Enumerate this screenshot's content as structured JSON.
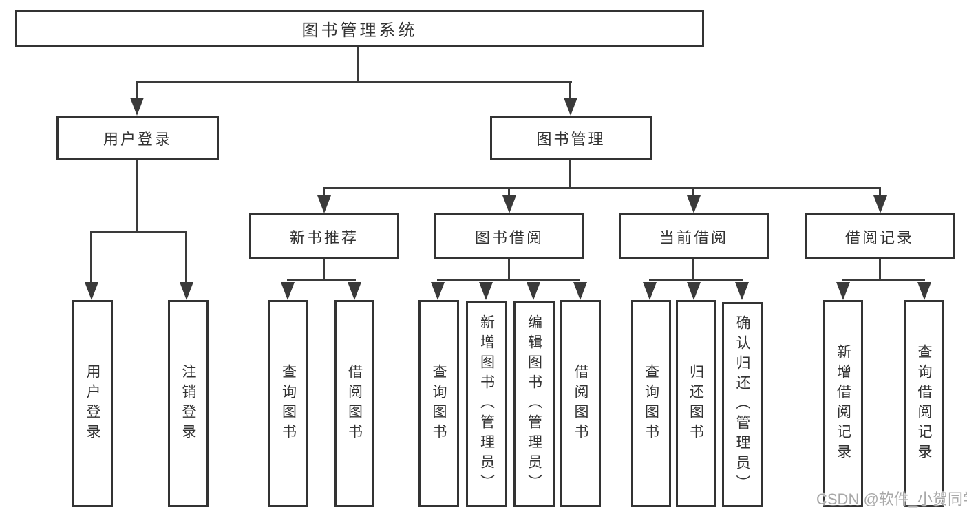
{
  "tree": {
    "root": {
      "label": "图书管理系统",
      "children": [
        {
          "label": "用户登录",
          "children": [
            {
              "label": "用户登录"
            },
            {
              "label": "注销登录"
            }
          ]
        },
        {
          "label": "图书管理",
          "children": [
            {
              "label": "新书推荐",
              "children": [
                {
                  "label": "查询图书"
                },
                {
                  "label": "借阅图书"
                }
              ]
            },
            {
              "label": "图书借阅",
              "children": [
                {
                  "label": "查询图书"
                },
                {
                  "label": "新增图书（管理员）"
                },
                {
                  "label": "编辑图书（管理员）"
                },
                {
                  "label": "借阅图书"
                }
              ]
            },
            {
              "label": "当前借阅",
              "children": [
                {
                  "label": "查询图书"
                },
                {
                  "label": "归还图书"
                },
                {
                  "label": "确认归还（管理员）"
                }
              ]
            },
            {
              "label": "借阅记录",
              "children": [
                {
                  "label": "新增借阅记录"
                },
                {
                  "label": "查询借阅记录"
                }
              ]
            }
          ]
        }
      ]
    }
  },
  "watermark": {
    "text": "CSDN @软件_小贺同学"
  },
  "colors": {
    "line": "#3a3a3a",
    "border": "#333333",
    "text": "#333333",
    "background": "#ffffff",
    "watermark": "#a8a8a8"
  }
}
